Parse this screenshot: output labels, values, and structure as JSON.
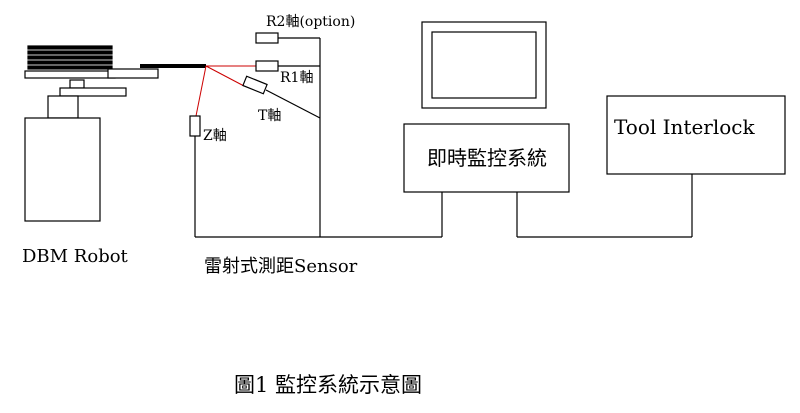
{
  "labels": {
    "r2_axis": "R2軸(option)",
    "r1_axis": "R1軸",
    "t_axis": "T軸",
    "z_axis": "Z軸",
    "robot": "DBM Robot",
    "sensor": "雷射式測距Sensor",
    "monitor_system": "即時監控系統",
    "tool_interlock": "Tool Interlock",
    "caption": "圖1 監控系統示意圖"
  },
  "colors": {
    "line": "#000000",
    "laser": "#cc0000",
    "background": "#ffffff"
  }
}
